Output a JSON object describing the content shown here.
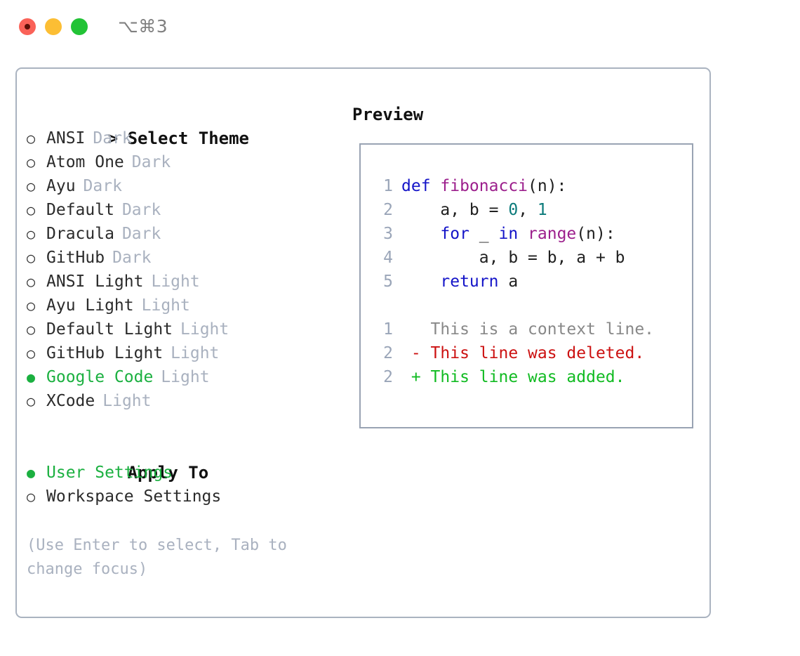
{
  "window": {
    "traffic_lights": [
      "close",
      "minimize",
      "maximize"
    ],
    "shortcut_label": "⌥⌘3"
  },
  "theme_section": {
    "caret": ">",
    "title": "Select Theme",
    "focused": true,
    "bullet_selected": "●",
    "bullet_unselected": "○",
    "options": [
      {
        "label": "ANSI",
        "tag": "Dark",
        "selected": false
      },
      {
        "label": "Atom One",
        "tag": "Dark",
        "selected": false
      },
      {
        "label": "Ayu",
        "tag": "Dark",
        "selected": false
      },
      {
        "label": "Default",
        "tag": "Dark",
        "selected": false
      },
      {
        "label": "Dracula",
        "tag": "Dark",
        "selected": false
      },
      {
        "label": "GitHub",
        "tag": "Dark",
        "selected": false
      },
      {
        "label": "ANSI Light",
        "tag": "Light",
        "selected": false
      },
      {
        "label": "Ayu Light",
        "tag": "Light",
        "selected": false
      },
      {
        "label": "Default Light",
        "tag": "Light",
        "selected": false
      },
      {
        "label": "GitHub Light",
        "tag": "Light",
        "selected": false
      },
      {
        "label": "Google Code",
        "tag": "Light",
        "selected": true
      },
      {
        "label": "XCode",
        "tag": "Light",
        "selected": false
      }
    ]
  },
  "apply_section": {
    "caret": ">",
    "title": "Apply To",
    "focused": false,
    "options": [
      {
        "label": "User Settings",
        "tag": "",
        "selected": true
      },
      {
        "label": "Workspace Settings",
        "tag": "",
        "selected": false
      }
    ]
  },
  "hint": {
    "text": "(Use Enter to select, Tab to change focus)"
  },
  "preview": {
    "title": "Preview",
    "code_lines": [
      {
        "num": "1",
        "segments": [
          {
            "text": "def ",
            "kind": "kw"
          },
          {
            "text": "fibonacci",
            "kind": "fn"
          },
          {
            "text": "(n):",
            "kind": "plain"
          }
        ]
      },
      {
        "num": "2",
        "segments": [
          {
            "text": "    a, b = ",
            "kind": "plain"
          },
          {
            "text": "0",
            "kind": "num"
          },
          {
            "text": ", ",
            "kind": "plain"
          },
          {
            "text": "1",
            "kind": "num"
          }
        ]
      },
      {
        "num": "3",
        "segments": [
          {
            "text": "    ",
            "kind": "plain"
          },
          {
            "text": "for",
            "kind": "kw"
          },
          {
            "text": " _ ",
            "kind": "plain"
          },
          {
            "text": "in",
            "kind": "kw"
          },
          {
            "text": " ",
            "kind": "plain"
          },
          {
            "text": "range",
            "kind": "fn"
          },
          {
            "text": "(n):",
            "kind": "plain"
          }
        ]
      },
      {
        "num": "4",
        "segments": [
          {
            "text": "        a, b = b, a + b",
            "kind": "plain"
          }
        ]
      },
      {
        "num": "5",
        "segments": [
          {
            "text": "    ",
            "kind": "plain"
          },
          {
            "text": "return",
            "kind": "kw"
          },
          {
            "text": " a",
            "kind": "plain"
          }
        ]
      }
    ],
    "diff_lines": [
      {
        "num": "1",
        "marker": " ",
        "text": "This is a context line.",
        "kind": "ctx"
      },
      {
        "num": "2",
        "marker": "-",
        "text": "This line was deleted.",
        "kind": "del"
      },
      {
        "num": "2",
        "marker": "+",
        "text": "This line was added.",
        "kind": "add"
      }
    ]
  },
  "colors": {
    "accent_green": "#1bb040",
    "tag_gray": "#a9b1bf",
    "border": "#aab3c0",
    "code_border": "#99a3b3",
    "keyword": "#1414c8",
    "function": "#9c1f8c",
    "number": "#0b7a7a",
    "diff_delete": "#cc1111",
    "diff_add": "#11bb22",
    "line_number": "#9aa5b8"
  }
}
